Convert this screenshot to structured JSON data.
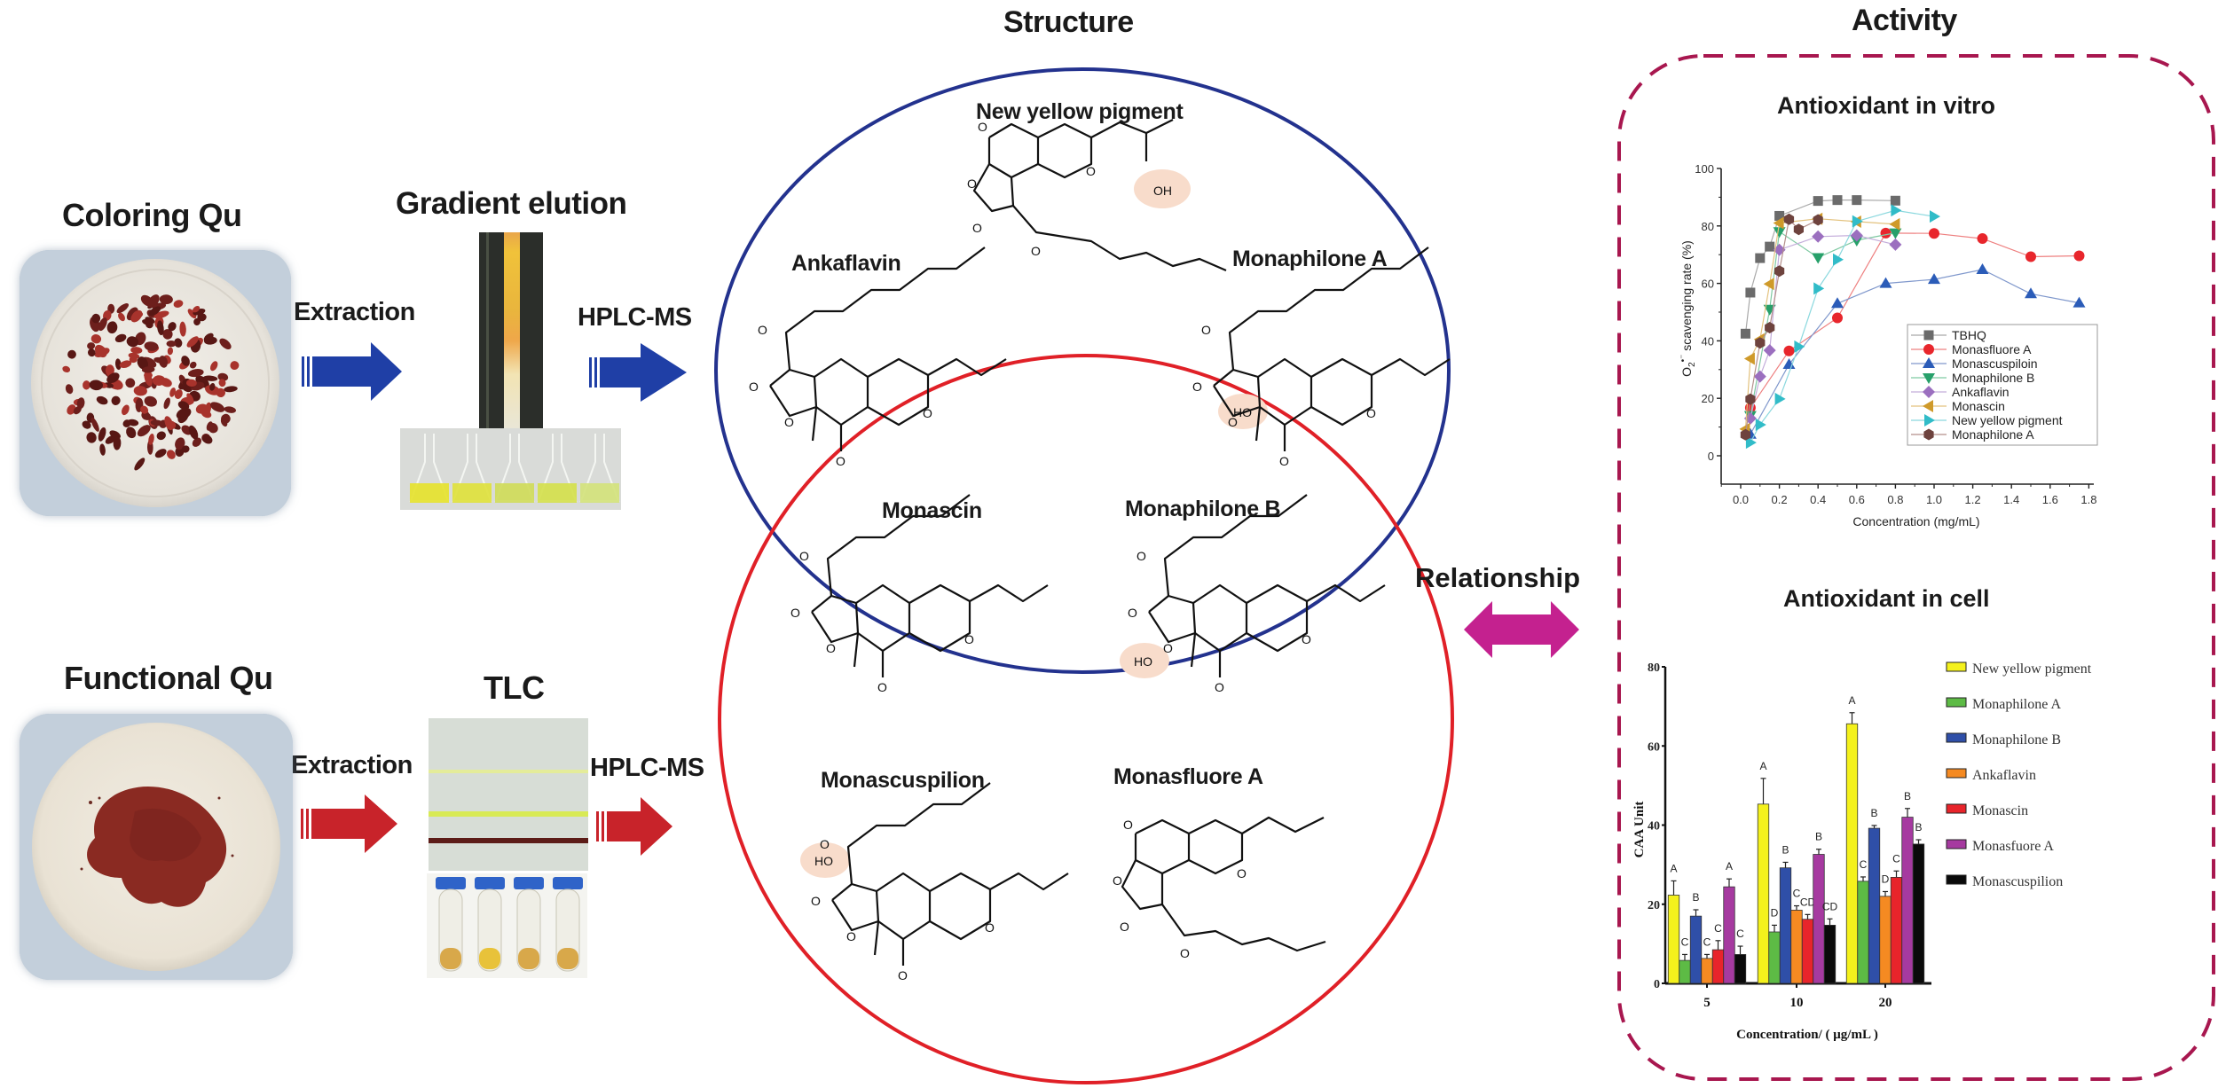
{
  "sections": {
    "structure_title": "Structure",
    "activity_title": "Activity"
  },
  "workflow": {
    "coloring_qu": {
      "title": "Coloring Qu",
      "step1": "Extraction",
      "method_title": "Gradient elution",
      "step2": "HPLC-MS",
      "arrow_color": "#1f3fa6"
    },
    "functional_qu": {
      "title": "Functional Qu",
      "step1": "Extraction",
      "method_title": "TLC",
      "step2": "HPLC-MS",
      "arrow_color": "#c8232a"
    }
  },
  "structure": {
    "blue_set_color": "#23328e",
    "red_set_color": "#e02027",
    "highlight_color": "#f8dccb",
    "hydroxyl_label_oh": "OH",
    "hydroxyl_label_ho": "HO",
    "oxygen_label": "O",
    "compounds": [
      {
        "name": "New yellow pigment",
        "set": "blue"
      },
      {
        "name": "Ankaflavin",
        "set": "blue"
      },
      {
        "name": "Monaphilone A",
        "set": "blue"
      },
      {
        "name": "Monascin",
        "set": "both"
      },
      {
        "name": "Monaphilone B",
        "set": "both"
      },
      {
        "name": "Monascuspilion",
        "set": "red"
      },
      {
        "name": "Monasfluore A",
        "set": "red"
      }
    ]
  },
  "relationship": {
    "label": "Relationship",
    "arrow_color": "#c4218f"
  },
  "activity": {
    "border_color": "#a8174f",
    "in_vitro_title": "Antioxidant in vitro",
    "in_cell_title": "Antioxidant in cell"
  },
  "chart_data": [
    {
      "type": "line",
      "title": "Antioxidant in vitro",
      "xlabel": "Concentration (mg/mL)",
      "ylabel": "O2•⁻ scavenging rate (%)",
      "ylabel_parts": {
        "main": "O",
        "sub": "2",
        "sup": "•⁻",
        "rest": " scavenging rate (%)"
      },
      "xlim": [
        -0.1,
        1.9
      ],
      "ylim": [
        -10,
        100
      ],
      "xticks": [
        0.0,
        0.2,
        0.4,
        0.6,
        0.8,
        1.0,
        1.2,
        1.4,
        1.6,
        1.8
      ],
      "xtick_labels": [
        "0.0",
        "0.2",
        "0.4",
        "0.6",
        "0.8",
        "1.0",
        "1.2",
        "1.4",
        "1.6",
        "1.8"
      ],
      "yticks": [
        0,
        20,
        40,
        60,
        80,
        100
      ],
      "ytick_labels": [
        "0",
        "20",
        "40",
        "60",
        "80",
        "100"
      ],
      "grid": false,
      "legend_position": "bottom-right",
      "series": [
        {
          "name": "TBHQ",
          "color": "#6b6b6b",
          "line": "#a9a9a9",
          "marker": "square",
          "x": [
            0.025,
            0.05,
            0.1,
            0.15,
            0.2,
            0.4,
            0.5,
            0.6,
            0.8
          ],
          "y": [
            42.5,
            56.8,
            68.8,
            72.8,
            83.5,
            88.7,
            89.0,
            89.0,
            88.8
          ]
        },
        {
          "name": "Monasfluore A",
          "color": "#e8262c",
          "line": "#ee8080",
          "marker": "circle",
          "x": [
            0.05,
            0.25,
            0.5,
            0.75,
            1.0,
            1.25,
            1.5,
            1.75
          ],
          "y": [
            16.7,
            36.5,
            48.0,
            77.5,
            77.4,
            75.6,
            69.3,
            69.6
          ]
        },
        {
          "name": "Monascuspiloin",
          "color": "#2b5cb8",
          "line": "#8098cc",
          "marker": "triangle-up",
          "x": [
            0.05,
            0.25,
            0.5,
            0.75,
            1.0,
            1.25,
            1.5,
            1.75
          ],
          "y": [
            7.5,
            31.8,
            53.0,
            60.0,
            61.4,
            64.8,
            56.4,
            53.2
          ]
        },
        {
          "name": "Monaphilone B",
          "color": "#27a06a",
          "line": "#7fc9a2",
          "marker": "triangle-down",
          "x": [
            0.05,
            0.15,
            0.2,
            0.4,
            0.6,
            0.8
          ],
          "y": [
            14.0,
            51.0,
            78.0,
            69.0,
            75.0,
            77.6
          ]
        },
        {
          "name": "Ankaflavin",
          "color": "#9b6fbf",
          "line": "#c4addb",
          "marker": "diamond",
          "x": [
            0.05,
            0.1,
            0.15,
            0.2,
            0.4,
            0.6,
            0.8
          ],
          "y": [
            13.0,
            27.6,
            36.7,
            71.7,
            76.3,
            76.7,
            73.5
          ]
        },
        {
          "name": "Monascin",
          "color": "#cf9a2a",
          "line": "#e3c27e",
          "marker": "triangle-left",
          "x": [
            0.025,
            0.05,
            0.1,
            0.15,
            0.2,
            0.4,
            0.6,
            0.8
          ],
          "y": [
            9.3,
            33.8,
            40.5,
            59.8,
            81.0,
            82.5,
            81.5,
            80.6
          ]
        },
        {
          "name": "New yellow pigment",
          "color": "#31bcc8",
          "line": "#8bd8de",
          "marker": "triangle-right",
          "x": [
            0.05,
            0.1,
            0.2,
            0.3,
            0.4,
            0.5,
            0.6,
            0.8,
            1.0
          ],
          "y": [
            4.6,
            10.8,
            19.8,
            38.0,
            58.2,
            68.3,
            81.6,
            85.4,
            83.3
          ]
        },
        {
          "name": "Monaphilone A",
          "color": "#6e433e",
          "line": "#b48f8b",
          "marker": "hexagon",
          "x": [
            0.025,
            0.05,
            0.1,
            0.15,
            0.2,
            0.25,
            0.3,
            0.4
          ],
          "y": [
            7.3,
            19.7,
            39.3,
            44.6,
            64.3,
            82.3,
            78.8,
            82.1
          ]
        }
      ]
    },
    {
      "type": "bar",
      "title": "Antioxidant in cell",
      "xlabel": "Concentration/ ( μg/mL )",
      "ylabel": "CAA Unit",
      "ylim": [
        0,
        80
      ],
      "yticks": [
        0,
        20,
        40,
        60,
        80
      ],
      "ytick_labels": [
        "0",
        "20",
        "40",
        "60",
        "80"
      ],
      "categories": [
        "5",
        "10",
        "20"
      ],
      "grid": false,
      "legend_position": "right",
      "series": [
        {
          "name": "New yellow pigment",
          "color": "#f4f11c",
          "values": [
            22.3,
            45.3,
            65.6
          ],
          "errors": [
            3.6,
            6.5,
            2.8
          ],
          "letters": [
            "A",
            "A",
            "A"
          ]
        },
        {
          "name": "Monaphilone A",
          "color": "#5dbb45",
          "values": [
            5.8,
            13.0,
            25.8
          ],
          "errors": [
            1.5,
            1.7,
            1.1
          ],
          "letters": [
            "C",
            "D",
            "C"
          ]
        },
        {
          "name": "Monaphilone B",
          "color": "#2f4fa8",
          "values": [
            17.0,
            29.2,
            39.2
          ],
          "errors": [
            1.6,
            1.4,
            0.7
          ],
          "letters": [
            "B",
            "B",
            "B"
          ]
        },
        {
          "name": "Ankaflavin",
          "color": "#f58a22",
          "values": [
            6.3,
            18.5,
            22.0
          ],
          "errors": [
            1.0,
            1.1,
            1.2
          ],
          "letters": [
            "C",
            "C",
            "D"
          ]
        },
        {
          "name": "Monascin",
          "color": "#e8242b",
          "values": [
            8.5,
            16.2,
            26.8
          ],
          "errors": [
            2.3,
            1.2,
            1.6
          ],
          "letters": [
            "C",
            "CD",
            "C"
          ]
        },
        {
          "name": "Monasfuore A",
          "color": "#a63aa0",
          "values": [
            24.4,
            32.6,
            42.0
          ],
          "errors": [
            2.0,
            1.3,
            2.2
          ],
          "letters": [
            "A",
            "B",
            "B"
          ]
        },
        {
          "name": "Monascuspilion",
          "color": "#0a0a0a",
          "values": [
            7.3,
            14.7,
            35.2
          ],
          "errors": [
            2.1,
            1.6,
            1.1
          ],
          "letters": [
            "C",
            "CD",
            "B"
          ]
        }
      ]
    }
  ]
}
